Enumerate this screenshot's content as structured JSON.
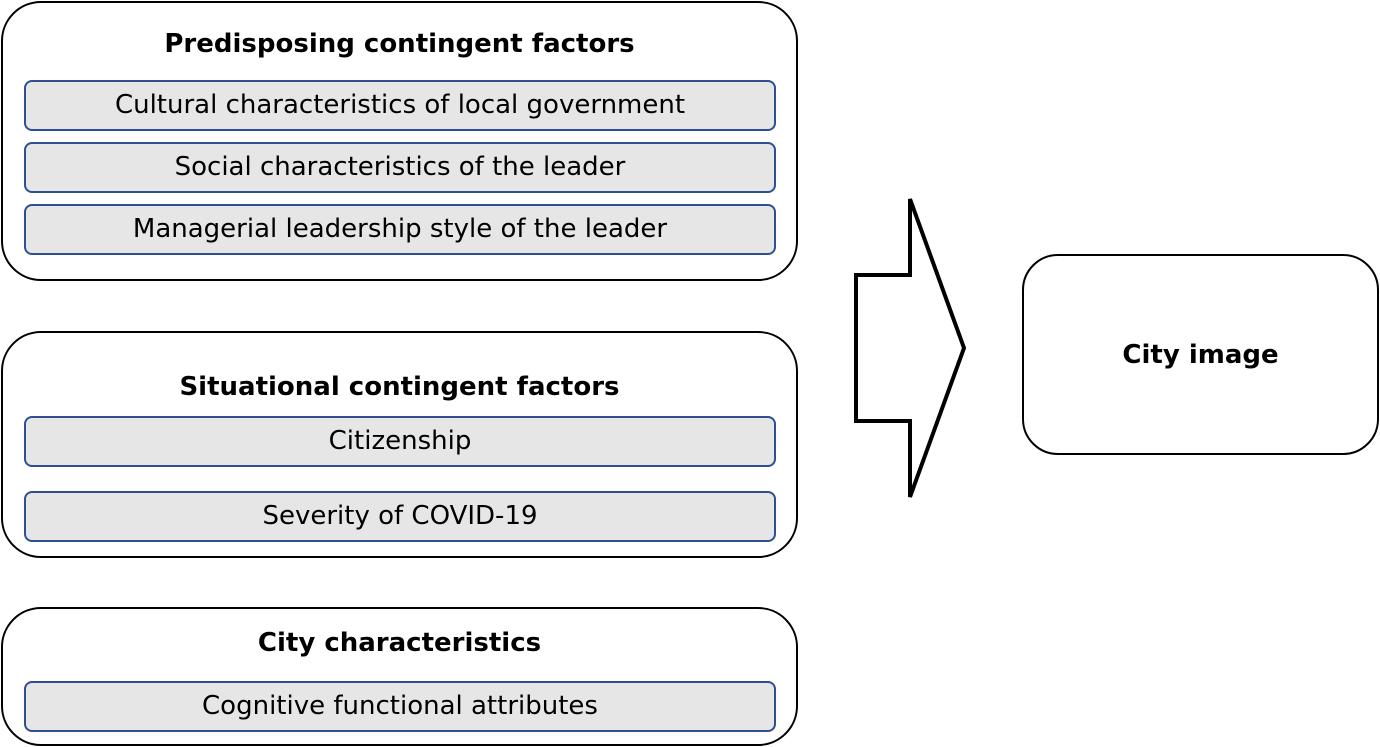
{
  "groups": [
    {
      "title": "Predisposing contingent factors",
      "items": [
        "Cultural characteristics of local government",
        "Social characteristics of the leader",
        "Managerial leadership style of the leader"
      ]
    },
    {
      "title": "Situational contingent factors",
      "items": [
        "Citizenship",
        "Severity of COVID-19"
      ]
    },
    {
      "title": "City characteristics",
      "items": [
        "Cognitive functional attributes"
      ]
    }
  ],
  "outcome": {
    "label": "City image"
  },
  "arrow": {
    "icon": "block-arrow-right-icon",
    "stroke_color": "#000000",
    "fill_color": "#ffffff"
  },
  "colors": {
    "item_fill": "#e6e6e6",
    "item_border": "#2f4f93",
    "group_border": "#000000"
  }
}
